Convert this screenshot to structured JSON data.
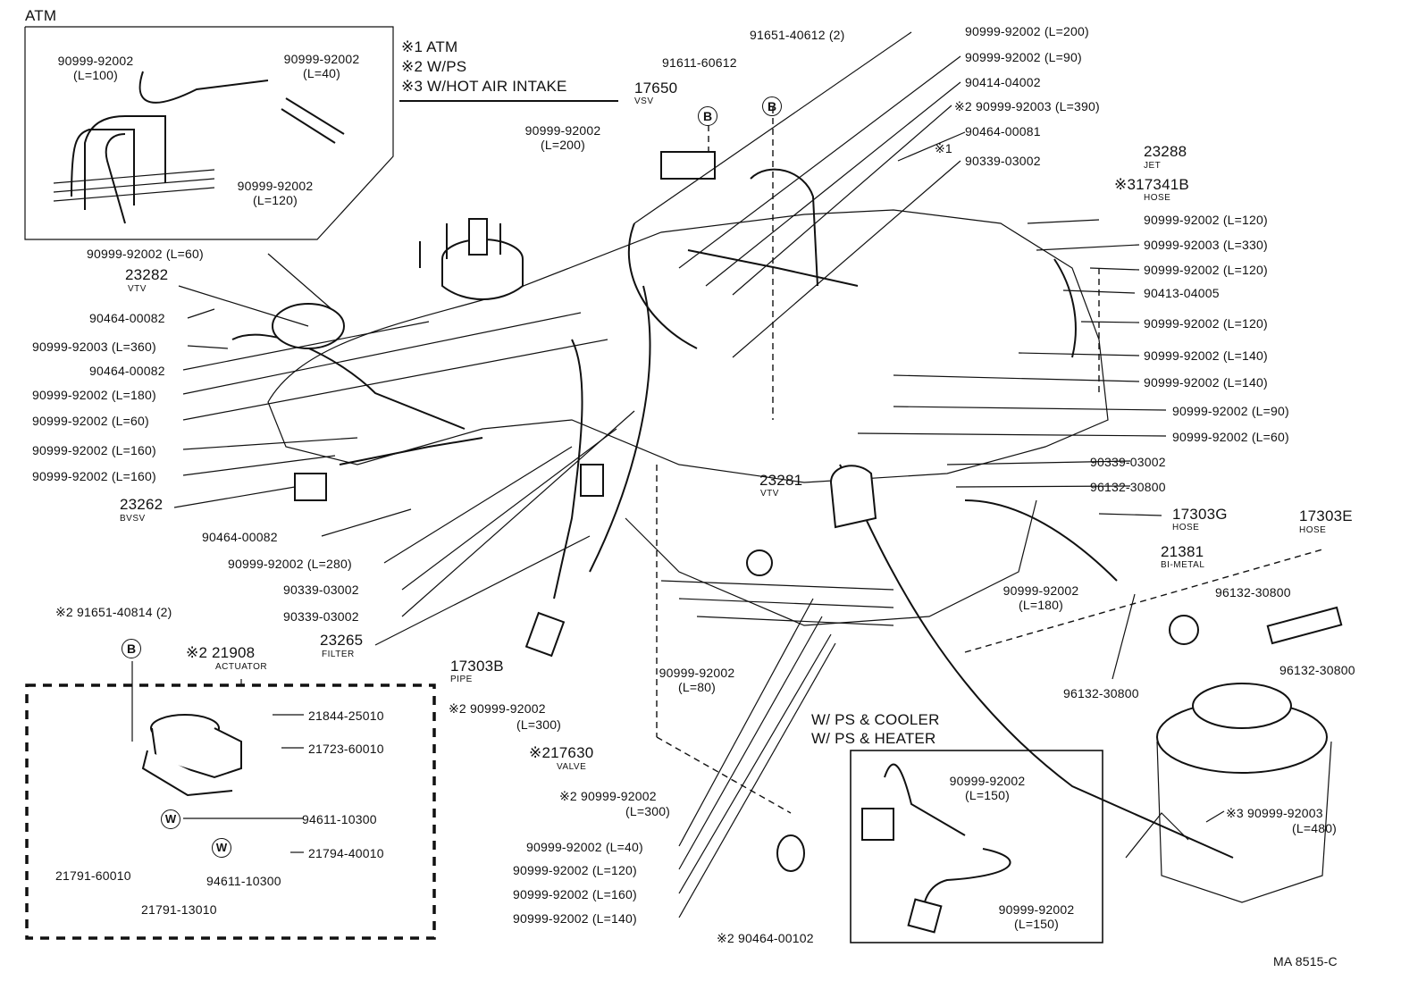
{
  "inset_atm": {
    "title": "ATM",
    "legend": [
      {
        "mark": "※1",
        "text": "ATM"
      },
      {
        "mark": "※2",
        "text": "W/PS"
      },
      {
        "mark": "※3",
        "text": "W/HOT  AIR  INTAKE"
      }
    ],
    "labels": [
      {
        "part": "90999-92002",
        "spec": "(L=100)"
      },
      {
        "part": "90999-92002",
        "spec": "(L=40)"
      },
      {
        "part": "90999-92002",
        "spec": "(L=120)"
      }
    ]
  },
  "callout_symbol": "B",
  "washer_symbol": "W",
  "top_labels": [
    {
      "part": "91651-40612 (2)"
    },
    {
      "part": "91611-60612"
    },
    {
      "part": "17650",
      "sub": "VSV"
    },
    {
      "part": "90999-92002",
      "spec": "(L=200)"
    }
  ],
  "right_labels": [
    "90999-92002 (L=200)",
    "90999-92002 (L=90)",
    "90414-04002",
    "※2 90999-92003 (L=390)",
    "90464-00081",
    "※1",
    "90339-03002",
    "90999-92002 (L=120)",
    "90999-92003 (L=330)",
    "90999-92002 (L=120)",
    "90413-04005",
    "90999-92002 (L=120)",
    "90999-92002 (L=140)",
    "90999-92002 (L=140)",
    "90999-92002 (L=90)",
    "90999-92002 (L=60)",
    "90339-03002",
    "96132-30800"
  ],
  "right_named": [
    {
      "part": "23288",
      "sub": "JET"
    },
    {
      "mark": "※3",
      "part": "17341B",
      "sub": "HOSE"
    },
    {
      "part": "17303G",
      "sub": "HOSE"
    },
    {
      "part": "17303E",
      "sub": "HOSE"
    },
    {
      "part": "21381",
      "sub": "BI-METAL"
    },
    {
      "part": "96132-30800"
    },
    {
      "part": "96132-30800"
    },
    {
      "part": "96132-30800"
    }
  ],
  "left_labels": [
    "90999-92002 (L=60)",
    "90464-00082",
    "90999-92003 (L=360)",
    "90464-00082",
    "90999-92002 (L=180)",
    "90999-92002 (L=60)",
    "90999-92002 (L=160)",
    "90999-92002 (L=160)",
    "90464-00082",
    "90999-92002 (L=280)",
    "90339-03002",
    "90339-03002"
  ],
  "left_named": [
    {
      "part": "23282",
      "sub": "VTV"
    },
    {
      "part": "23262",
      "sub": "BVSV"
    },
    {
      "part": "23265",
      "sub": "FILTER"
    }
  ],
  "center_named": [
    {
      "part": "23281",
      "sub": "VTV"
    },
    {
      "part": "17303B",
      "sub": "PIPE"
    },
    {
      "mark": "※2",
      "part": "90999-92002",
      "spec": "(L=300)"
    },
    {
      "mark": "※2",
      "part": "17630",
      "sub": "VALVE"
    },
    {
      "mark": "※2",
      "part": "90999-92002",
      "spec": "(L=300)"
    },
    {
      "part": "90999-92002",
      "spec": "(L=80)"
    },
    {
      "part": "90999-92002",
      "spec": "(L=180)"
    }
  ],
  "bottom_labels": [
    "90999-92002 (L=40)",
    "90999-92002 (L=120)",
    "90999-92002 (L=160)",
    "90999-92002 (L=140)",
    "※2 90464-00102"
  ],
  "actuator_box": {
    "top_ref": "※2  91651-40814 (2)",
    "part": "※2 21908",
    "sub": "ACTUATOR",
    "labels": [
      "21844-25010",
      "21723-60010",
      "94611-10300",
      "21794-40010",
      "94611-10300",
      "21791-60010",
      "21791-13010"
    ]
  },
  "ps_box": {
    "header1": "W/ PS & COOLER",
    "header2": "W/ PS & HEATER",
    "labels": [
      {
        "part": "90999-92002",
        "spec": "(L=150)"
      },
      {
        "part": "90999-92002",
        "spec": "(L=150)"
      }
    ]
  },
  "hot_air": {
    "mark": "※3",
    "part": "90999-92003",
    "spec": "(L=480)"
  },
  "figure_code": "MA  8515-C"
}
